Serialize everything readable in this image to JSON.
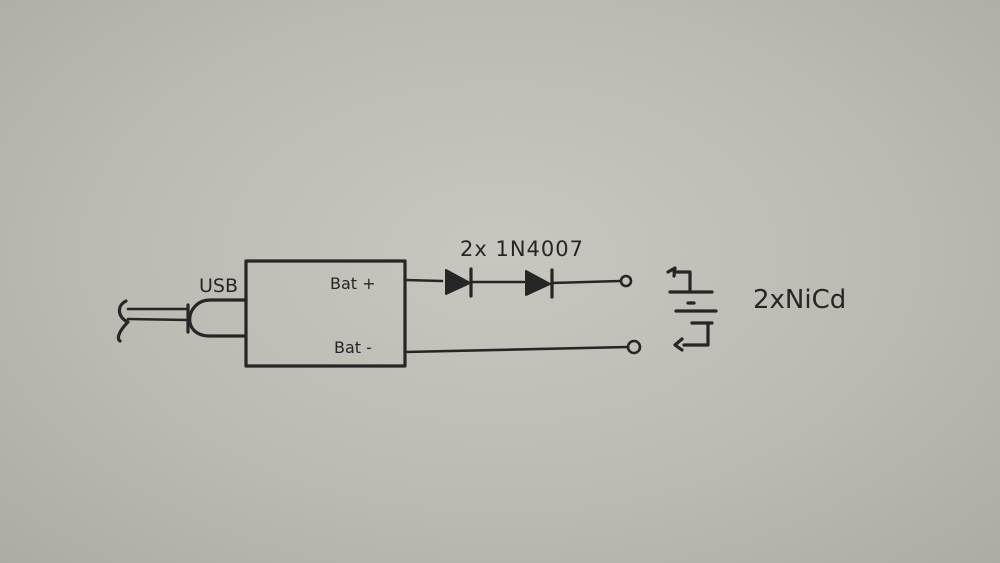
{
  "labels": {
    "usb": "USB",
    "bat_plus": "Bat +",
    "bat_minus": "Bat -",
    "diodes": "2x 1N4007",
    "cells": "2xNiCd"
  },
  "colors": {
    "paper": "#c4c1bb",
    "ink": "#262626"
  }
}
